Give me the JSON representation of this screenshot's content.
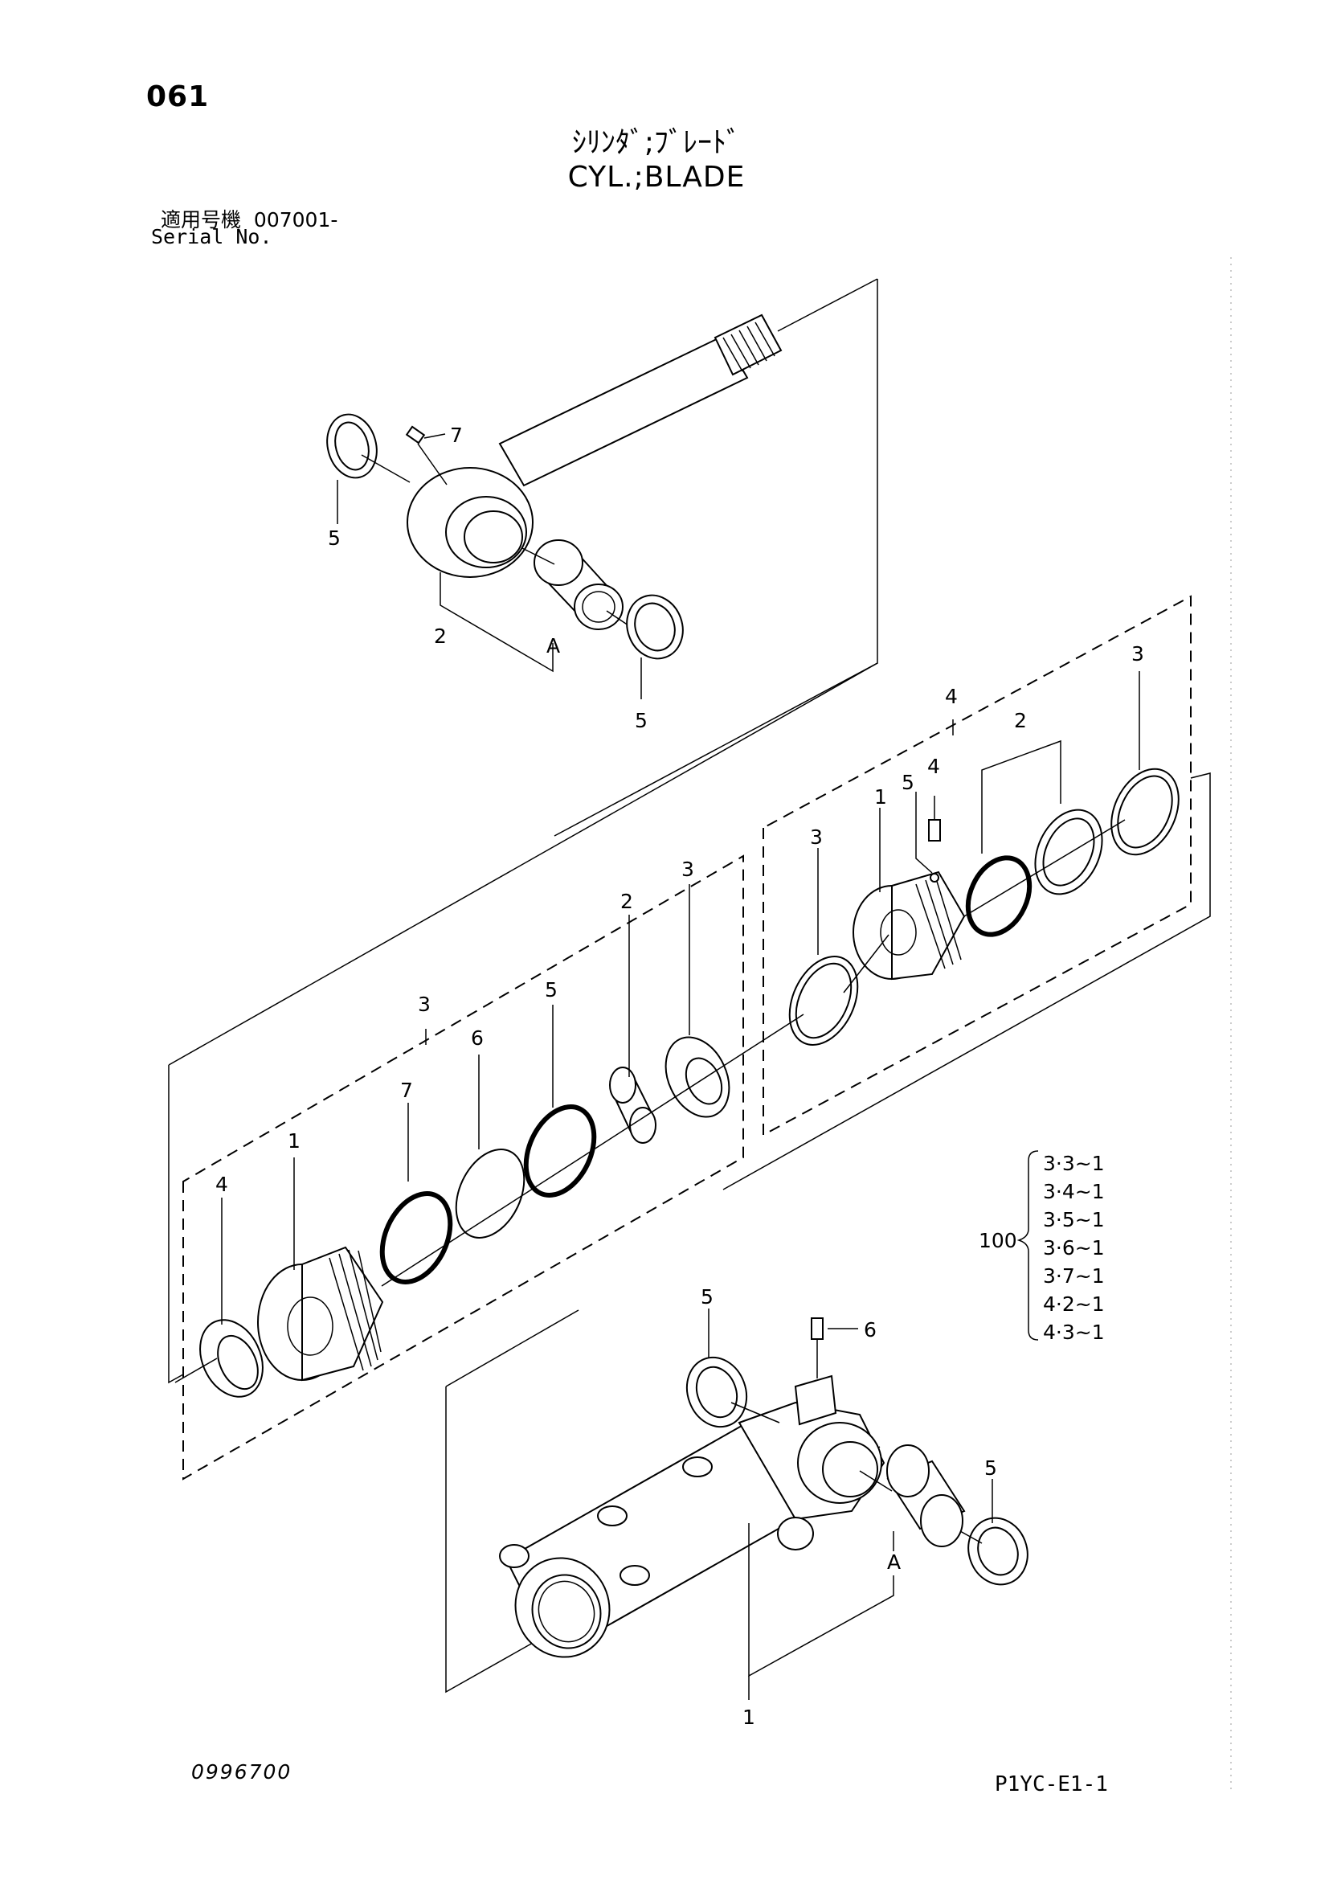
{
  "header": {
    "page_number": "061",
    "title_jp": "ｼﾘﾝﾀﾞ;ﾌﾞﾚｰﾄﾞ",
    "title_en": "CYL.;BLADE",
    "serial_label_jp": "適用号機",
    "serial_value": "007001-",
    "serial_label_en": "Serial No."
  },
  "callouts": {
    "rod_7": "7",
    "rod_5_left": "5",
    "rod_2": "2",
    "rod_A": "A",
    "rod_5_bottom": "5",
    "kit_4": "4",
    "p_5": "5",
    "p_4": "4",
    "p_1": "1",
    "p_2": "2",
    "p_3_right": "3",
    "p_3_left": "3",
    "h_3": "3",
    "h_2": "2",
    "h_3_top": "3",
    "h_5": "5",
    "h_6": "6",
    "h_7": "7",
    "h_1": "1",
    "h_4": "4",
    "c_5_left": "5",
    "c_6": "6",
    "c_5_right": "5",
    "c_A": "A",
    "c_1": "1"
  },
  "kit_list": {
    "label": "100",
    "items": [
      "3·3~1",
      "3·4~1",
      "3·5~1",
      "3·6~1",
      "3·7~1",
      "4·2~1",
      "4·3~1"
    ]
  },
  "footer": {
    "left_code": "0996700",
    "right_code": "P1YC-E1-1"
  }
}
